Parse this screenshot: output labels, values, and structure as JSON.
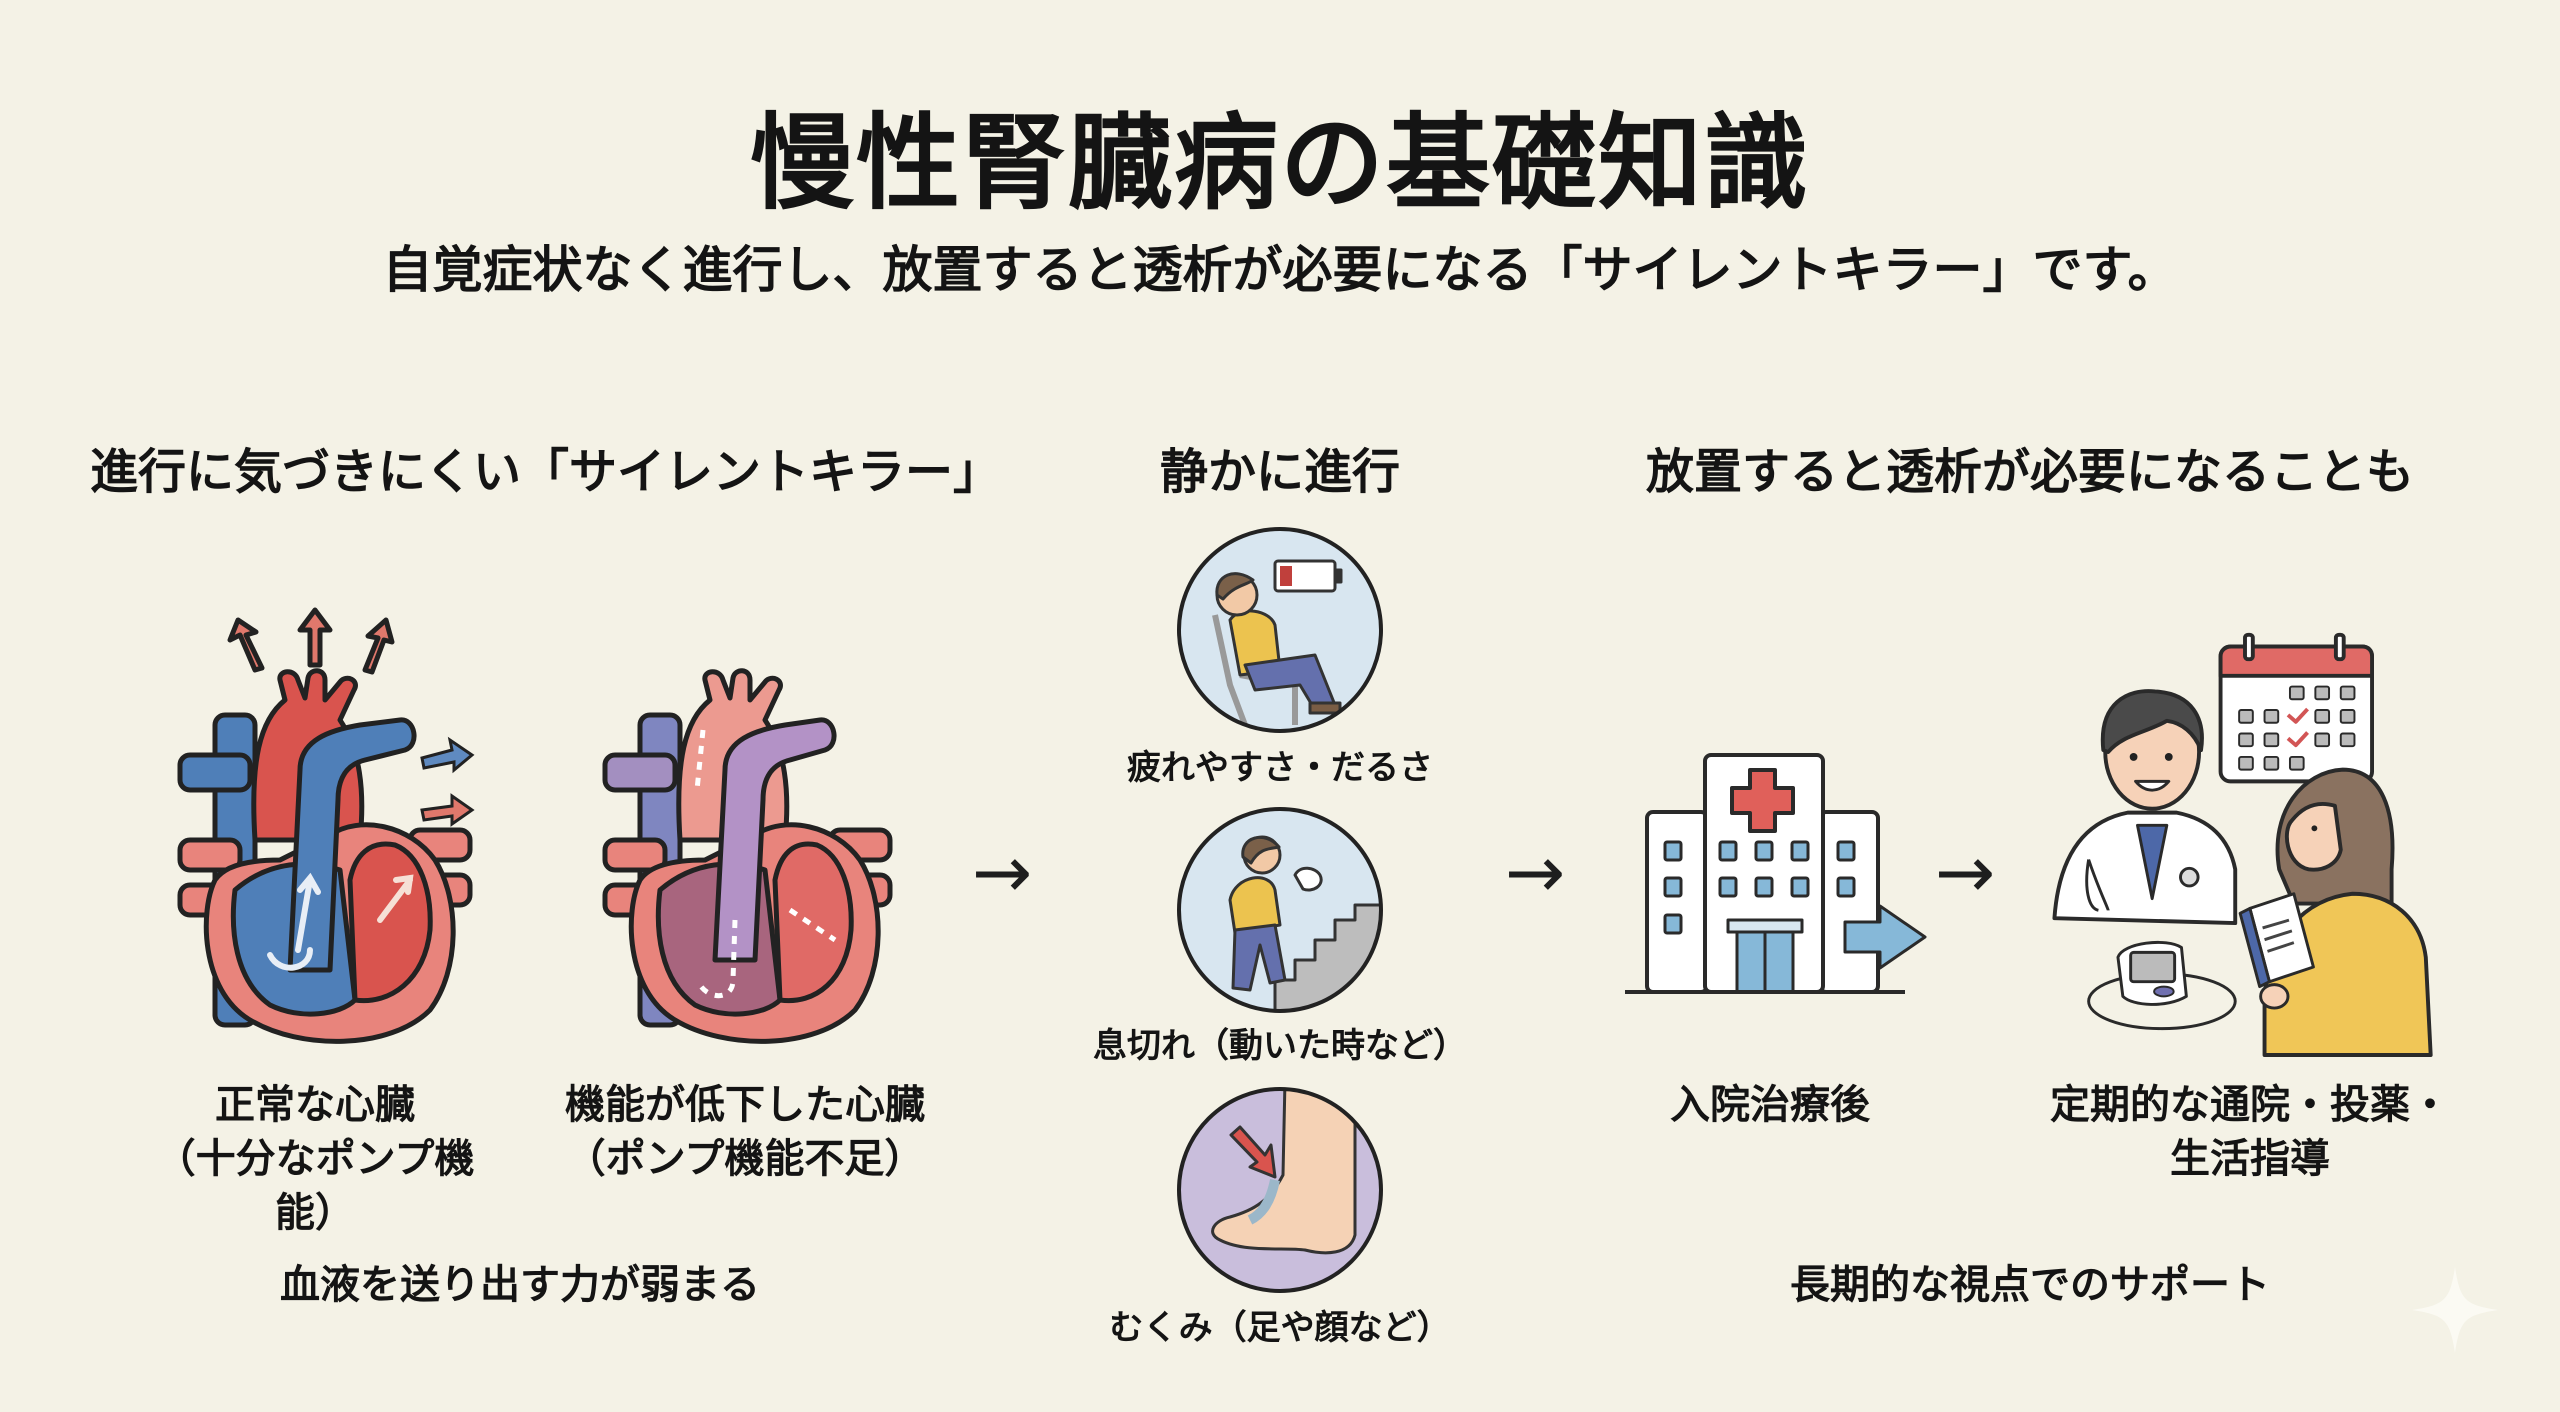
{
  "title": "慢性腎臓病の基礎知識",
  "subtitle": "自覚症状なく進行し、放置すると透析が必要になる「サイレントキラー」です。",
  "sections": {
    "left": {
      "heading": "進行に気づきにくい「サイレントキラー」",
      "items": [
        {
          "icon": "normal-heart-icon",
          "label_line1": "正常な心臓",
          "label_line2": "（十分なポンプ機能）"
        },
        {
          "icon": "weakened-heart-icon",
          "label_line1": "機能が低下した心臓",
          "label_line2": "（ポンプ機能不足）"
        }
      ],
      "summary": "血液を送り出す力が弱まる"
    },
    "middle": {
      "heading": "静かに進行",
      "symptoms": [
        {
          "icon": "fatigue-icon",
          "label": "疲れやすさ・だるさ"
        },
        {
          "icon": "shortness-of-breath-icon",
          "label": "息切れ（動いた時など）"
        },
        {
          "icon": "swelling-foot-icon",
          "label": "むくみ（足や顔など）"
        }
      ]
    },
    "right": {
      "heading": "放置すると透析が必要になることも",
      "items": [
        {
          "icon": "hospital-icon",
          "label_line1": "入院治療後",
          "label_line2": ""
        },
        {
          "icon": "doctor-consultation-icon",
          "label_line1": "定期的な通院・投薬・",
          "label_line2": "生活指導"
        }
      ],
      "summary": "長期的な視点でのサポート"
    }
  },
  "flow_arrow": "→",
  "colors": {
    "background": "#f4f2e6",
    "text": "#141414",
    "artery_red": "#d9544e",
    "vein_blue": "#4f7fb8",
    "heart_pink": "#e8847c",
    "weak_purple": "#a77fae",
    "circle_blue": "#d8e6f0",
    "circle_purple": "#c9bedc",
    "shirt_yellow": "#ecc34f",
    "pants_blue": "#6470ad",
    "hospital_cross": "#e0605a",
    "window_blue": "#86b8d8",
    "calendar_red": "#e06a66"
  }
}
